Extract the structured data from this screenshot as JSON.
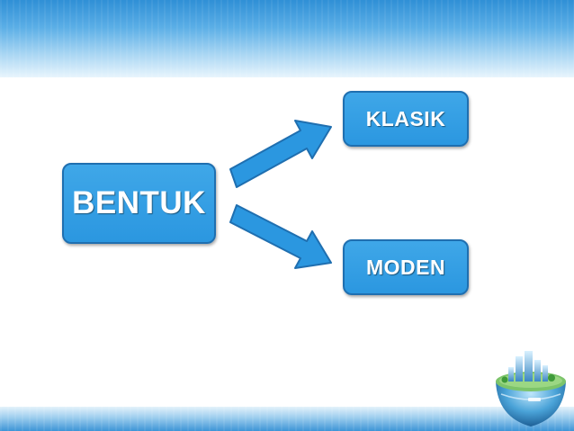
{
  "diagram": {
    "root_label": "BENTUK",
    "branches": [
      {
        "label": "KLASIK"
      },
      {
        "label": "MODEN"
      }
    ]
  },
  "colors": {
    "box_fill": "#2b97e0",
    "box_border": "#1f6fb0",
    "arrow_fill": "#2b97e0",
    "band": "#3c94d6"
  },
  "decoration": {
    "icon": "city-globe-icon"
  }
}
